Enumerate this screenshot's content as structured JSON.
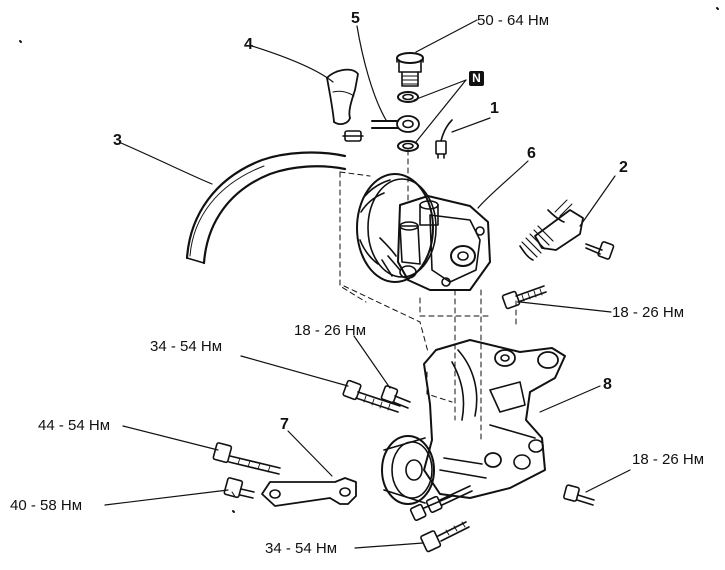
{
  "callouts": {
    "n1": "1",
    "n2": "2",
    "n3": "3",
    "n4": "4",
    "n5": "5",
    "n6": "6",
    "n7": "7",
    "n8": "8"
  },
  "torques": {
    "t_top": "50 - 64 Нм",
    "t_right_bolt": "18 - 26 Нм",
    "t_bracket_mid": "18 - 26 Нм",
    "t_bracket_left": "34 - 54 Нм",
    "t_left_upper": "44 - 54 Нм",
    "t_left_lower": "40 - 58 Нм",
    "t_right_lower": "18 - 26 Нм",
    "t_bottom": "34 - 54 Нм"
  },
  "badge": {
    "symbol": "N"
  },
  "colors": {
    "ink": "#111111",
    "paper": "#ffffff"
  }
}
